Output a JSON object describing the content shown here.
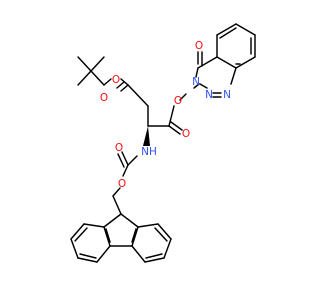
{
  "molecule": {
    "atoms": [
      {
        "id": "o_ester_tbu",
        "label": "O"
      },
      {
        "id": "o_carbonyl_side",
        "label": "O"
      },
      {
        "id": "o_ester_link",
        "label": "O"
      },
      {
        "id": "o_carbonyl_main",
        "label": "O"
      },
      {
        "id": "n_amine",
        "label": "NH"
      },
      {
        "id": "o_carbamate_carbonyl",
        "label": "O"
      },
      {
        "id": "o_carbamate",
        "label": "O"
      },
      {
        "id": "o_oxo",
        "label": "O"
      },
      {
        "id": "n3",
        "label": "N"
      },
      {
        "id": "n2",
        "label": "N"
      },
      {
        "id": "n1",
        "label": "N"
      }
    ]
  },
  "colors": {
    "bond": "#000000",
    "oxygen": "#ff0d0d",
    "nitrogen": "#3050f8"
  }
}
